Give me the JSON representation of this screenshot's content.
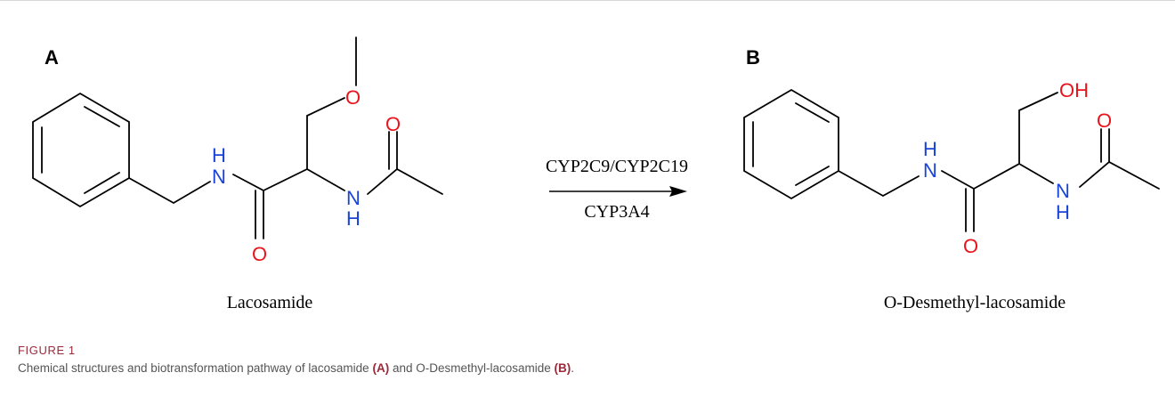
{
  "panels": {
    "a": {
      "letter": "A",
      "name": "Lacosamide"
    },
    "b": {
      "letter": "B",
      "name": "O-Desmethyl-lacosamide"
    }
  },
  "atoms": {
    "oxygen": "O",
    "nitrogen": "N",
    "hydrogen": "H",
    "hydroxyl": "OH"
  },
  "reaction": {
    "enzymes_top": "CYP2C9/CYP2C19",
    "enzymes_bottom": "CYP3A4"
  },
  "caption": {
    "title": "FIGURE 1",
    "text_1": "Chemical structures and biotransformation pathway of lacosamide ",
    "ref_a": "(A)",
    "text_2": " and O-Desmethyl-lacosamide ",
    "ref_b": "(B)",
    "text_3": "."
  },
  "colors": {
    "oxygen": "#e8141c",
    "nitrogen": "#1a44d8",
    "caption_title": "#9a2a3a",
    "caption_text": "#555555"
  }
}
